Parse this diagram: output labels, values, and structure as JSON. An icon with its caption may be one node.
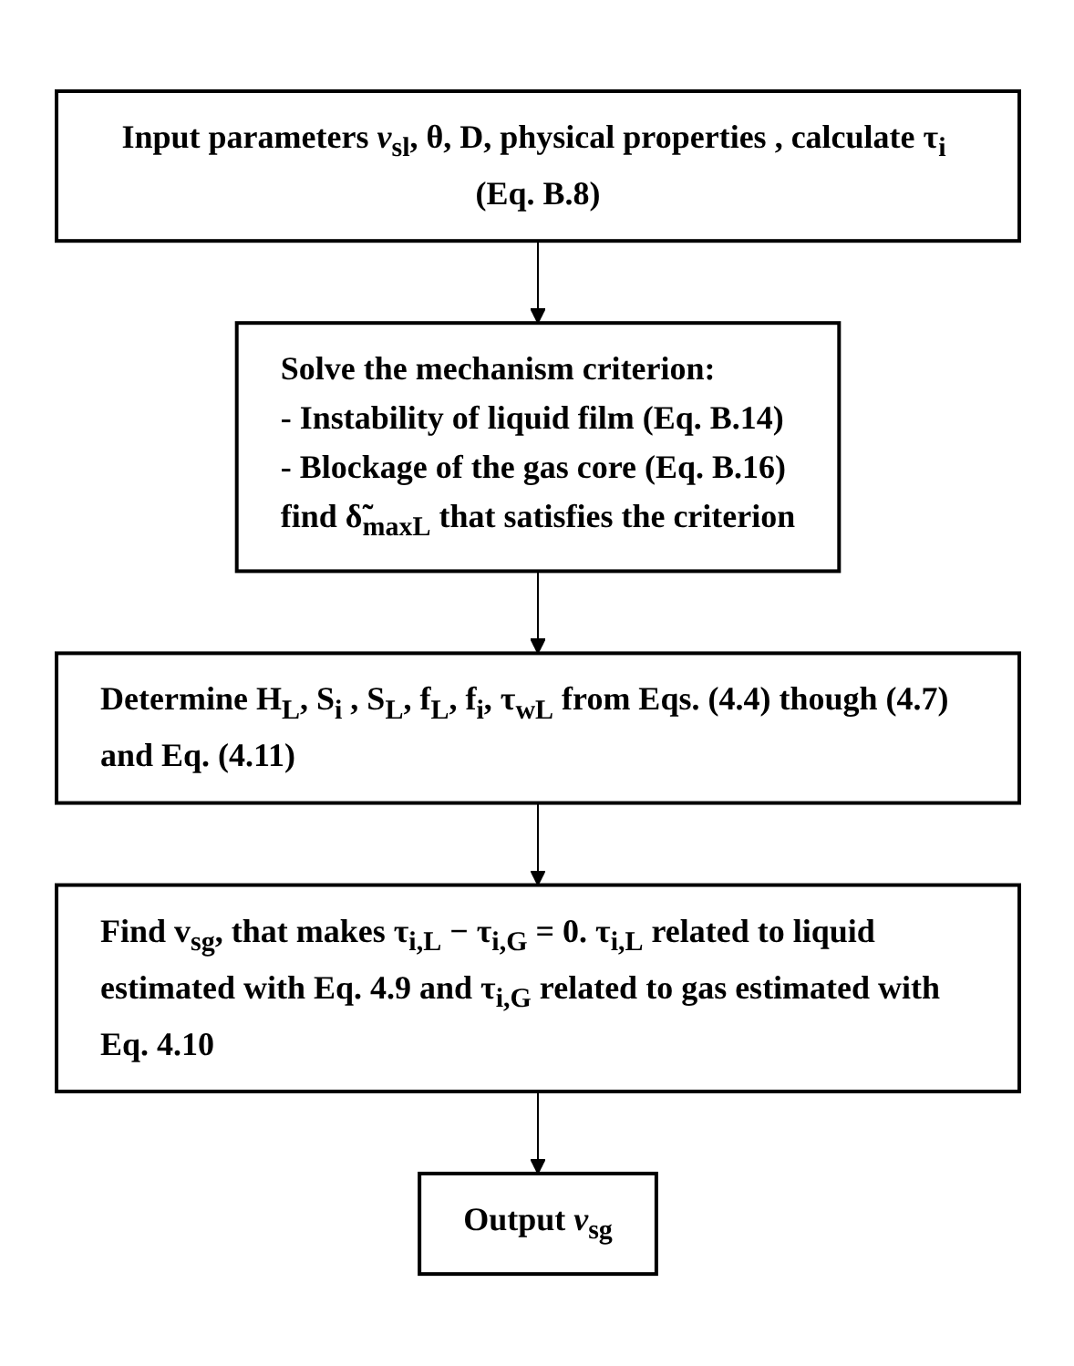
{
  "diagram": {
    "nodes": [
      {
        "text": [
          "Input parameters *v*$_{sl}$, θ, D, physical properties , calculate τ$_{i}$ (Eq. B.8)"
        ]
      },
      {
        "text": [
          "Solve the mechanism criterion:",
          "-     Instability of liquid film (Eq. B.14)",
          "-     Blockage of the gas core  (Eq. B.16)",
          "find δ̃$_{maxL}$ that satisfies the criterion"
        ]
      },
      {
        "text": [
          "Determine H$_{L}$, S$_{i}$ , S$_{L}$, f$_{L}$, f$_{i}$, τ$_{wL}$ from Eqs. (4.4) though (4.7)  and Eq. (4.11)"
        ]
      },
      {
        "text": [
          "Find v$_{sg}$, that makes τ$_{i,L}$ − τ$_{i,G}$ = 0. τ$_{i,L}$ related to liquid estimated with Eq. 4.9 and τ$_{i,G}$ related to gas estimated with Eq. 4.10"
        ]
      },
      {
        "text": [
          "Output *v*$_{sg}$"
        ]
      }
    ],
    "edges": [
      {
        "from": 0,
        "to": 1,
        "arrow": "to"
      },
      {
        "from": 1,
        "to": 2,
        "arrow": "to"
      },
      {
        "from": 2,
        "to": 3,
        "arrow": "to"
      },
      {
        "from": 3,
        "to": 4,
        "arrow": "to"
      }
    ]
  }
}
